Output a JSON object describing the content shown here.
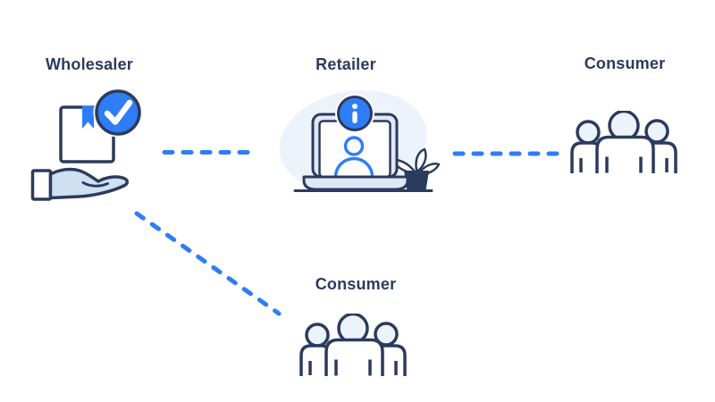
{
  "diagram": {
    "type": "flow-diagram",
    "colors": {
      "bg": "#ffffff",
      "navy": "#2b3b5e",
      "blue": "#2f7df6",
      "pale": "#edf3fb",
      "hand": "#cfe0f3",
      "frame": "#dfe9f6"
    },
    "nodes": [
      {
        "id": "wholesaler",
        "label": "Wholesaler",
        "icon": "hand-box-check-icon"
      },
      {
        "id": "retailer",
        "label": "Retailer",
        "icon": "laptop-info-icon"
      },
      {
        "id": "consumer-right",
        "label": "Consumer",
        "icon": "people-group-icon"
      },
      {
        "id": "consumer-bottom",
        "label": "Consumer",
        "icon": "people-group-icon"
      }
    ],
    "connections": [
      {
        "from": "wholesaler",
        "to": "retailer",
        "style": "dashed"
      },
      {
        "from": "retailer",
        "to": "consumer-right",
        "style": "dashed"
      },
      {
        "from": "wholesaler",
        "to": "consumer-bottom",
        "style": "dashed"
      }
    ]
  }
}
